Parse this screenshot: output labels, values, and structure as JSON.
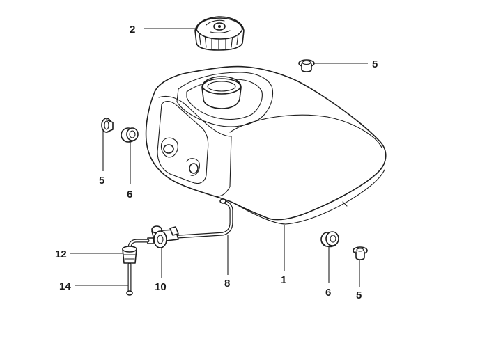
{
  "callouts": {
    "fuel_tank": "1",
    "fuel_cap": "2",
    "bolt_top_right": "5",
    "bolt_left": "5",
    "bolt_bottom_right": "5",
    "grommet_left": "6",
    "grommet_bottom_right": "6",
    "fuel_hose": "8",
    "fuel_valve": "10",
    "fuel_filter": "12",
    "filter_hose": "14"
  }
}
